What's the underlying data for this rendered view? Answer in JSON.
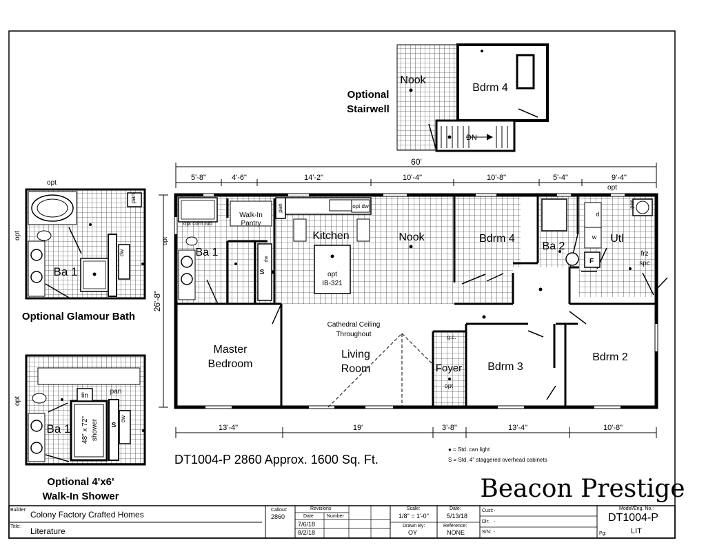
{
  "optional_stairwell": {
    "title_line1": "Optional",
    "title_line2": "Stairwell",
    "nook": "Nook",
    "bedroom": "Bdrm 4",
    "dn": "DN"
  },
  "glamour_bath": {
    "opt_top": "opt",
    "opt_side": "opt",
    "bath": "Ba 1",
    "pan": "pan",
    "dw": "dw",
    "caption": "Optional Glamour Bath"
  },
  "walkin_shower": {
    "opt_side": "opt",
    "lin": "lin",
    "pan": "pan",
    "bath": "Ba 1",
    "shower": "48\" x 72\"",
    "shower2": "shower",
    "s": "S",
    "dw": "dw",
    "caption_line1": "Optional 4'x6'",
    "caption_line2": "Walk-In Shower"
  },
  "main_plan": {
    "overall_width": "60'",
    "overall_depth": "26'-8\"",
    "top_dims": [
      "5'-8\"",
      "4'-6\"",
      "14'-2\"",
      "10'-4\"",
      "10'-8\"",
      "5'-4\"",
      "9'-4\""
    ],
    "bottom_dims": [
      "13'-4\"",
      "19'",
      "3'-8\"",
      "13'-4\"",
      "10'-8\""
    ],
    "rooms": {
      "master_bath": "Ba 1",
      "opt_corn_tub": "opt corn tub",
      "walk_in_pantry_1": "Walk-In",
      "walk_in_pantry_2": "Pantry",
      "kitchen": "Kitchen",
      "nook": "Nook",
      "island_1": "opt",
      "island_2": "IB-321",
      "bedroom4": "Bdrm 4",
      "bath2": "Ba 2",
      "utility": "Utl",
      "frz_1": "frz",
      "frz_2": "spc",
      "master_bedroom_1": "Master",
      "master_bedroom_2": "Bedroom",
      "living_1": "Living",
      "living_2": "Room",
      "cathedral_1": "Cathedral Ceiling",
      "cathedral_2": "Throughout",
      "foyer": "Foyer",
      "foyer_opt": "opt",
      "gc": "g.c.",
      "bedroom3": "Bdrm 3",
      "bedroom2": "Bdrm 2",
      "pan_a": "pan",
      "pan_b": "pan",
      "s_mark": "S",
      "dw_a": "dw",
      "dw_b": "opt dw",
      "opt_left": "opt",
      "opt_util": "opt",
      "util_d": "d",
      "util_w": "w",
      "util_f": "F"
    }
  },
  "plan_info": "DT1004-P 2860  Approx. 1600 Sq. Ft.",
  "legend": {
    "can_light": "● = Std. can light",
    "cabinets": "S = Std. 4\" staggered overhead cabinets"
  },
  "brand": "Beacon Prestige",
  "title_block": {
    "builder_label": "Builder:",
    "builder": "Colony Factory Crafted Homes",
    "title_label": "Title:",
    "title": "Literature",
    "callout_label": "Callout:",
    "callout": "2860",
    "revisions_label": "Revisions",
    "date_label": "Date",
    "number_label": "Number",
    "rev1": "7/6/18",
    "rev2": "8/2/18",
    "scale_label": "Scale:",
    "scale": "1/8\" = 1'-0\"",
    "date2_label": "Date:",
    "date2": "5/13/18",
    "drawn_label": "Drawn By:",
    "drawn": "OY",
    "reference_label": "Reference:",
    "reference": "NONE",
    "cust_label": "Cust:",
    "cust": "-",
    "dlr_label": "Dlr:",
    "dlr": "-",
    "sn_label": "S/N:",
    "sn": "-",
    "model_label": "Model/Eng. No.:",
    "model": "DT1004-P",
    "pg_label": "Pg:",
    "pg": "LIT"
  }
}
